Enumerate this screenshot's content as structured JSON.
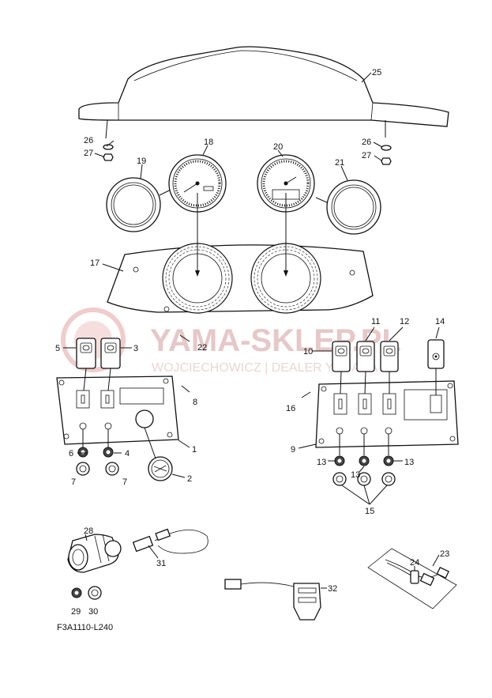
{
  "diagram_code": "F3A1110-L240",
  "watermark": {
    "brand": "YAMA-SKLEP.PL",
    "subtitle": "WOJCIECHOWICZ | DEALER YAMAHA"
  },
  "callouts": {
    "c1": "1",
    "c2": "2",
    "c3": "3",
    "c4": "4",
    "c5": "5",
    "c6": "6",
    "c7a": "7",
    "c7b": "7",
    "c8": "8",
    "c9": "9",
    "c10": "10",
    "c11": "11",
    "c12": "12",
    "c13a": "13",
    "c13b": "13",
    "c13c": "13",
    "c14": "14",
    "c15": "15",
    "c16": "16",
    "c17": "17",
    "c18": "18",
    "c19": "19",
    "c20": "20",
    "c21": "21",
    "c22": "22",
    "c23": "23",
    "c24": "24",
    "c25": "25",
    "c26a": "26",
    "c26b": "26",
    "c27a": "27",
    "c27b": "27",
    "c28": "28",
    "c29": "29",
    "c30": "30",
    "c31": "31",
    "c32": "32"
  }
}
